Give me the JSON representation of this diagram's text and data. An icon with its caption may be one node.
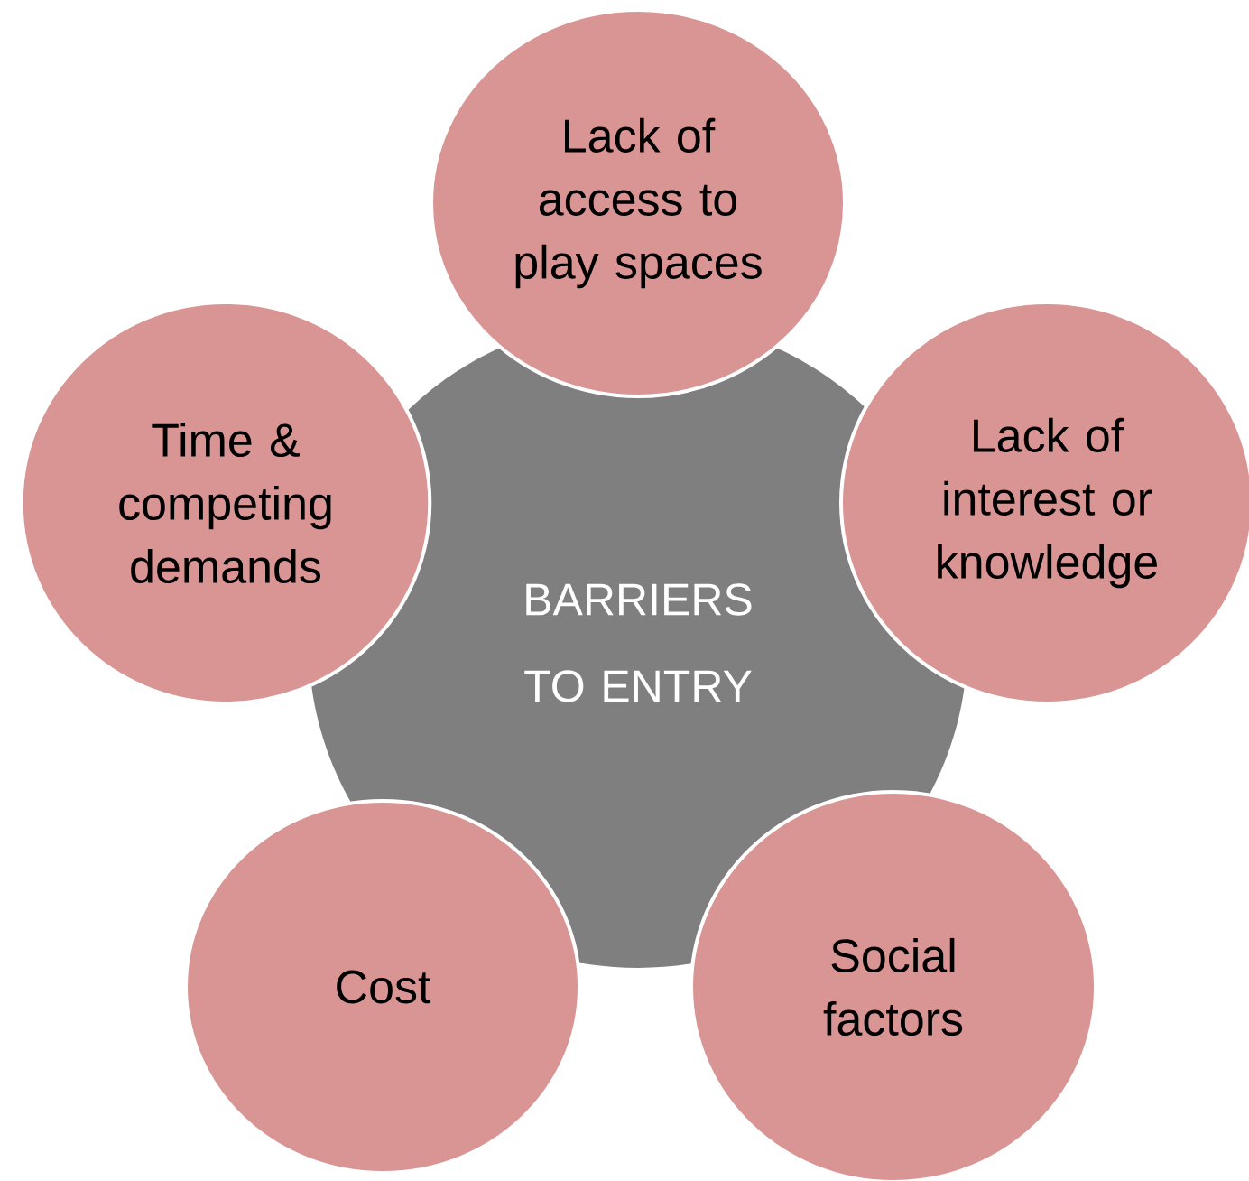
{
  "diagram": {
    "nodes": [
      {
        "text": [
          "BARRIERS TO ENTRY"
        ]
      },
      {
        "text": [
          "Lack of access to play spaces"
        ]
      },
      {
        "text": [
          "Lack of interest or knowledge"
        ]
      },
      {
        "text": [
          "Social factors"
        ]
      },
      {
        "text": [
          "Cost"
        ]
      },
      {
        "text": [
          "Time & competing demands"
        ]
      }
    ]
  }
}
